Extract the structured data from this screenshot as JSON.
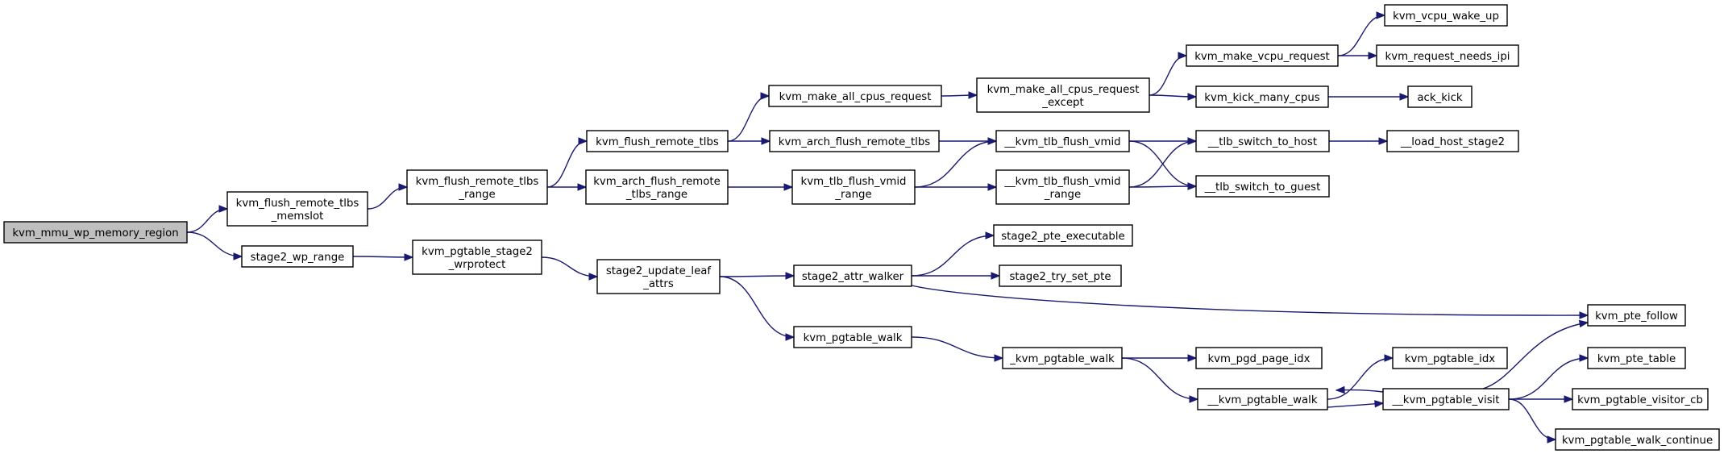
{
  "colors": {
    "edge": "#191970",
    "root_fill": "#bfbfbf",
    "node_fill": "#ffffff",
    "node_border": "#000000"
  },
  "nodes": [
    {
      "id": "kvm_mmu_wp_memory_region",
      "lines": [
        "kvm_mmu_wp_memory_region"
      ],
      "root": true
    },
    {
      "id": "kvm_flush_remote_tlbs_memslot",
      "lines": [
        "kvm_flush_remote_tlbs",
        "_memslot"
      ]
    },
    {
      "id": "stage2_wp_range",
      "lines": [
        "stage2_wp_range"
      ]
    },
    {
      "id": "kvm_flush_remote_tlbs_range",
      "lines": [
        "kvm_flush_remote_tlbs",
        "_range"
      ]
    },
    {
      "id": "kvm_pgtable_stage2_wrprotect",
      "lines": [
        "kvm_pgtable_stage2",
        "_wrprotect"
      ]
    },
    {
      "id": "kvm_flush_remote_tlbs",
      "lines": [
        "kvm_flush_remote_tlbs"
      ]
    },
    {
      "id": "kvm_arch_flush_remote_tlbs_range",
      "lines": [
        "kvm_arch_flush_remote",
        "_tlbs_range"
      ]
    },
    {
      "id": "stage2_update_leaf_attrs",
      "lines": [
        "stage2_update_leaf",
        "_attrs"
      ]
    },
    {
      "id": "kvm_make_all_cpus_request",
      "lines": [
        "kvm_make_all_cpus_request"
      ]
    },
    {
      "id": "kvm_arch_flush_remote_tlbs",
      "lines": [
        "kvm_arch_flush_remote_tlbs"
      ]
    },
    {
      "id": "kvm_tlb_flush_vmid_range",
      "lines": [
        "kvm_tlb_flush_vmid",
        "_range"
      ]
    },
    {
      "id": "stage2_attr_walker",
      "lines": [
        "stage2_attr_walker"
      ]
    },
    {
      "id": "kvm_pgtable_walk",
      "lines": [
        "kvm_pgtable_walk"
      ]
    },
    {
      "id": "kvm_make_all_cpus_request_except",
      "lines": [
        "kvm_make_all_cpus_request",
        "_except"
      ]
    },
    {
      "id": "__kvm_tlb_flush_vmid",
      "lines": [
        "__kvm_tlb_flush_vmid"
      ]
    },
    {
      "id": "__kvm_tlb_flush_vmid_range",
      "lines": [
        "__kvm_tlb_flush_vmid",
        "_range"
      ]
    },
    {
      "id": "stage2_pte_executable",
      "lines": [
        "stage2_pte_executable"
      ]
    },
    {
      "id": "stage2_try_set_pte",
      "lines": [
        "stage2_try_set_pte"
      ]
    },
    {
      "id": "_kvm_pgtable_walk",
      "lines": [
        "_kvm_pgtable_walk"
      ]
    },
    {
      "id": "kvm_make_vcpu_request",
      "lines": [
        "kvm_make_vcpu_request"
      ]
    },
    {
      "id": "kvm_kick_many_cpus",
      "lines": [
        "kvm_kick_many_cpus"
      ]
    },
    {
      "id": "__tlb_switch_to_host",
      "lines": [
        "__tlb_switch_to_host"
      ]
    },
    {
      "id": "__tlb_switch_to_guest",
      "lines": [
        "__tlb_switch_to_guest"
      ]
    },
    {
      "id": "kvm_pgd_page_idx",
      "lines": [
        "kvm_pgd_page_idx"
      ]
    },
    {
      "id": "__kvm_pgtable_walk",
      "lines": [
        "__kvm_pgtable_walk"
      ]
    },
    {
      "id": "kvm_vcpu_wake_up",
      "lines": [
        "kvm_vcpu_wake_up"
      ]
    },
    {
      "id": "kvm_request_needs_ipi",
      "lines": [
        "kvm_request_needs_ipi"
      ]
    },
    {
      "id": "ack_kick",
      "lines": [
        "ack_kick"
      ]
    },
    {
      "id": "__load_host_stage2",
      "lines": [
        "__load_host_stage2"
      ]
    },
    {
      "id": "kvm_pgtable_idx",
      "lines": [
        "kvm_pgtable_idx"
      ]
    },
    {
      "id": "__kvm_pgtable_visit",
      "lines": [
        "__kvm_pgtable_visit"
      ]
    },
    {
      "id": "kvm_pte_follow",
      "lines": [
        "kvm_pte_follow"
      ]
    },
    {
      "id": "kvm_pte_table",
      "lines": [
        "kvm_pte_table"
      ]
    },
    {
      "id": "kvm_pgtable_visitor_cb",
      "lines": [
        "kvm_pgtable_visitor_cb"
      ]
    },
    {
      "id": "kvm_pgtable_walk_continue",
      "lines": [
        "kvm_pgtable_walk_continue"
      ]
    }
  ],
  "edges": [
    [
      "kvm_mmu_wp_memory_region",
      "kvm_flush_remote_tlbs_memslot"
    ],
    [
      "kvm_mmu_wp_memory_region",
      "stage2_wp_range"
    ],
    [
      "kvm_flush_remote_tlbs_memslot",
      "kvm_flush_remote_tlbs_range"
    ],
    [
      "kvm_flush_remote_tlbs_range",
      "kvm_flush_remote_tlbs"
    ],
    [
      "kvm_flush_remote_tlbs_range",
      "kvm_arch_flush_remote_tlbs_range"
    ],
    [
      "kvm_flush_remote_tlbs",
      "kvm_make_all_cpus_request"
    ],
    [
      "kvm_flush_remote_tlbs",
      "kvm_arch_flush_remote_tlbs"
    ],
    [
      "kvm_make_all_cpus_request",
      "kvm_make_all_cpus_request_except"
    ],
    [
      "kvm_make_all_cpus_request_except",
      "kvm_make_vcpu_request"
    ],
    [
      "kvm_make_all_cpus_request_except",
      "kvm_kick_many_cpus"
    ],
    [
      "kvm_make_vcpu_request",
      "kvm_vcpu_wake_up"
    ],
    [
      "kvm_make_vcpu_request",
      "kvm_request_needs_ipi"
    ],
    [
      "kvm_kick_many_cpus",
      "ack_kick"
    ],
    [
      "kvm_arch_flush_remote_tlbs",
      "__kvm_tlb_flush_vmid"
    ],
    [
      "kvm_arch_flush_remote_tlbs_range",
      "kvm_tlb_flush_vmid_range"
    ],
    [
      "kvm_tlb_flush_vmid_range",
      "__kvm_tlb_flush_vmid"
    ],
    [
      "kvm_tlb_flush_vmid_range",
      "__kvm_tlb_flush_vmid_range"
    ],
    [
      "__kvm_tlb_flush_vmid",
      "__tlb_switch_to_host"
    ],
    [
      "__kvm_tlb_flush_vmid",
      "__tlb_switch_to_guest"
    ],
    [
      "__kvm_tlb_flush_vmid_range",
      "__tlb_switch_to_host"
    ],
    [
      "__kvm_tlb_flush_vmid_range",
      "__tlb_switch_to_guest"
    ],
    [
      "__tlb_switch_to_host",
      "__load_host_stage2"
    ],
    [
      "stage2_wp_range",
      "kvm_pgtable_stage2_wrprotect"
    ],
    [
      "kvm_pgtable_stage2_wrprotect",
      "stage2_update_leaf_attrs"
    ],
    [
      "stage2_update_leaf_attrs",
      "stage2_attr_walker"
    ],
    [
      "stage2_update_leaf_attrs",
      "kvm_pgtable_walk"
    ],
    [
      "stage2_attr_walker",
      "stage2_pte_executable"
    ],
    [
      "stage2_attr_walker",
      "stage2_try_set_pte"
    ],
    [
      "stage2_attr_walker",
      "kvm_pte_follow"
    ],
    [
      "kvm_pgtable_walk",
      "_kvm_pgtable_walk"
    ],
    [
      "_kvm_pgtable_walk",
      "kvm_pgd_page_idx"
    ],
    [
      "_kvm_pgtable_walk",
      "__kvm_pgtable_walk"
    ],
    [
      "__kvm_pgtable_walk",
      "kvm_pgtable_idx"
    ],
    [
      "__kvm_pgtable_walk",
      "__kvm_pgtable_visit"
    ],
    [
      "__kvm_pgtable_visit",
      "__kvm_pgtable_walk"
    ],
    [
      "__kvm_pgtable_visit",
      "kvm_pte_follow"
    ],
    [
      "__kvm_pgtable_visit",
      "kvm_pte_table"
    ],
    [
      "__kvm_pgtable_visit",
      "kvm_pgtable_visitor_cb"
    ],
    [
      "__kvm_pgtable_visit",
      "kvm_pgtable_walk_continue"
    ]
  ]
}
